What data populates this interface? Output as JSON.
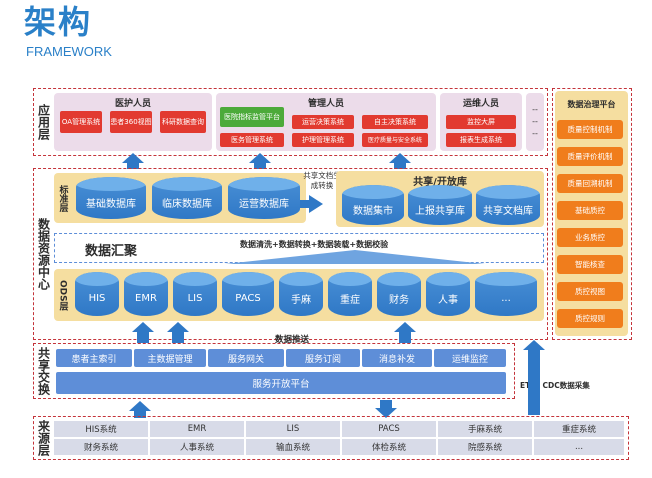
{
  "header": {
    "title": "架构",
    "subtitle": "FRAMEWORK"
  },
  "app_layer": {
    "label": "应用层",
    "groups": [
      {
        "title": "医护人员",
        "items": [
          "OA管理系统",
          "患者360视图",
          "科研数据查询"
        ]
      },
      {
        "title": "管理人员",
        "items": [
          "医院指标监管平台",
          "运营决策系统",
          "自主决策系统",
          "医务管理系统",
          "护理管理系统",
          "医疗质量与安全系统"
        ]
      },
      {
        "title": "运维人员",
        "items": [
          "监控大屏",
          "报表生成系统"
        ]
      }
    ],
    "more": "--"
  },
  "data_center": {
    "label": "数据资源中心",
    "std_label": "标准层",
    "std_dbs": [
      "基础数据库",
      "临床数据库",
      "运营数据库"
    ],
    "convert_note": "共享文档生成转换",
    "share_title": "共享/开放库",
    "share_dbs": [
      "数据集市",
      "上报共享库",
      "共享文档库"
    ],
    "agg_title": "数据汇聚",
    "agg_desc": "数据清洗+数据转换+数据装载+数据校验",
    "ods_label": "ODS层",
    "ods_items": [
      "HIS",
      "EMR",
      "LIS",
      "PACS",
      "手麻",
      "重症",
      "财务",
      "人事",
      "..."
    ]
  },
  "push_label": "数据推送",
  "exchange": {
    "label": "共享交换",
    "items": [
      "患者主索引",
      "主数据管理",
      "服务网关",
      "服务订阅",
      "消息补发",
      "运维监控"
    ],
    "platform": "服务开放平台"
  },
  "etl_label": "ETL、CDC数据采集",
  "source": {
    "label": "来源层",
    "row1": [
      "HIS系统",
      "EMR",
      "LIS",
      "PACS",
      "手麻系统",
      "重症系统"
    ],
    "row2": [
      "财务系统",
      "人事系统",
      "输血系统",
      "体检系统",
      "院感系统",
      "..."
    ]
  },
  "governance": {
    "title": "数据治理平台",
    "items": [
      "质量控制机制",
      "质量评价机制",
      "质量回溯机制",
      "基础质控",
      "业务质控",
      "智能核查",
      "质控视图",
      "质控规则"
    ]
  },
  "colors": {
    "accent": "#2a80c8",
    "cylinder": "#2f78c6",
    "red": "#e23a30",
    "green": "#4caa3a",
    "orange": "#f07d1c",
    "dash": "#c4343b"
  }
}
